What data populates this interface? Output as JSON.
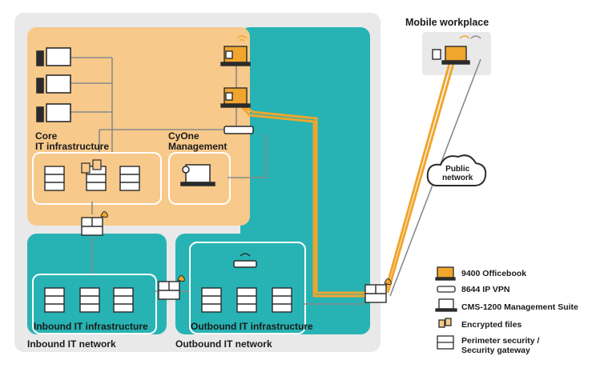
{
  "diagram": {
    "zones": {
      "core": "Core\nIT infrastructure",
      "management": "CyOne\nManagement",
      "inbound_infra": "Inbound IT infrastructure",
      "outbound_infra": "Outbound IT infrastructure",
      "inbound_network": "Inbound IT network",
      "outbound_network": "Outbound IT network",
      "mobile": "Mobile workplace",
      "cloud": "Public\nnetwork"
    },
    "legend": [
      {
        "icon": "officebook-icon",
        "label": "9400 Officebook"
      },
      {
        "icon": "ip-vpn-icon",
        "label": "8644 IP VPN"
      },
      {
        "icon": "management-suite-icon",
        "label": "CMS-1200 Management Suite"
      },
      {
        "icon": "encrypted-files-icon",
        "label": "Encrypted files"
      },
      {
        "icon": "firewall-icon",
        "label": "Perimeter security /\nSecurity gateway"
      }
    ],
    "colors": {
      "core_bg": "#f7c98a",
      "teal": "#27b3b3",
      "outer_bg": "#e9e9e9",
      "vpn_line": "#f0a52d",
      "link_line": "#8a8a8a",
      "device": "#2b2b2b"
    }
  }
}
